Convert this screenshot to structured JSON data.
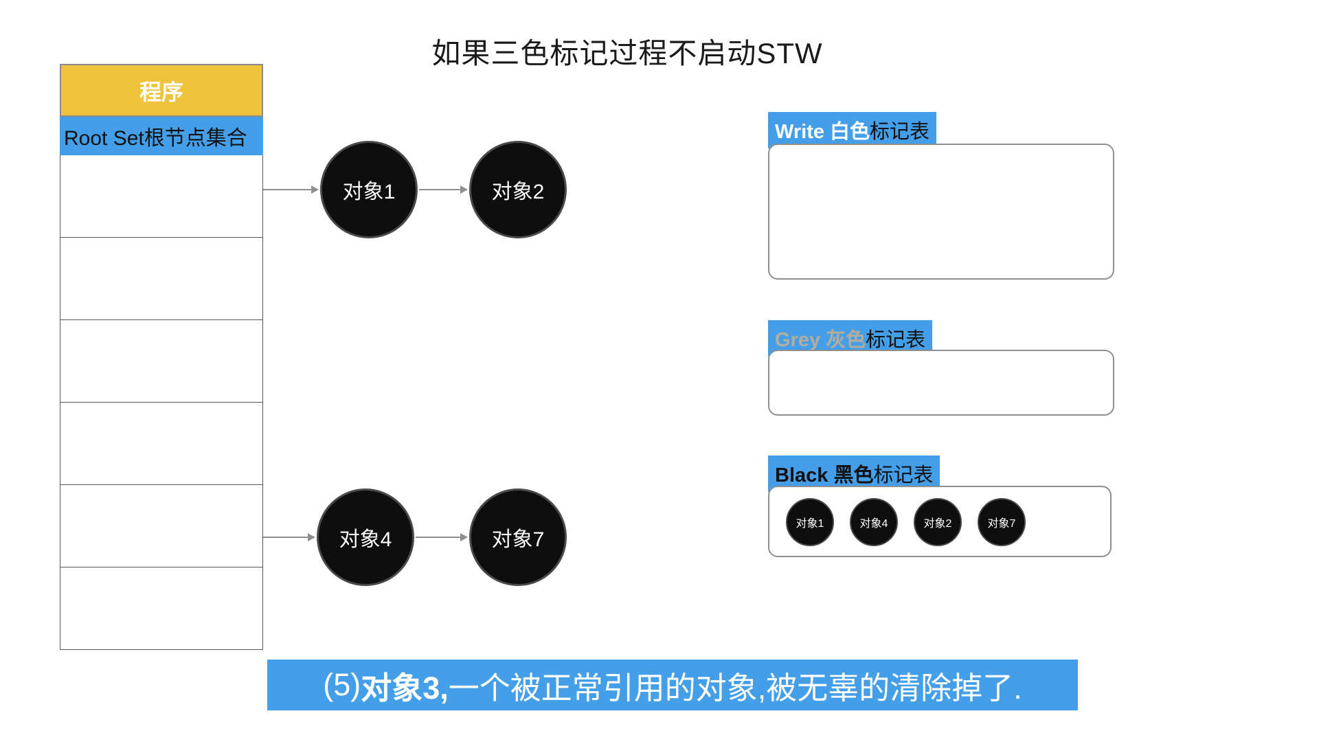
{
  "title": "如果三色标记过程不启动STW",
  "colors": {
    "blue_highlight": "#459FE8",
    "yellow_header": "#F0C33C",
    "grey_label_text": "#B5AD9C",
    "node_black": "#0e0e0e"
  },
  "program_table": {
    "header": "程序",
    "root_set_label": "Root Set根节点集合",
    "empty_row_count": 6
  },
  "graph": {
    "top_chain": [
      "对象1",
      "对象2"
    ],
    "bottom_chain": [
      "对象4",
      "对象7"
    ]
  },
  "mark_tables": {
    "white": {
      "title_colored": "Write 白色",
      "title_suffix": "标记表",
      "items": []
    },
    "grey": {
      "title_colored": "Grey 灰色",
      "title_suffix": "标记表",
      "items": []
    },
    "black": {
      "title_colored": "Black 黑色",
      "title_suffix": "标记表",
      "items": [
        "对象1",
        "对象4",
        "对象2",
        "对象7"
      ]
    }
  },
  "caption": {
    "num": "(5) ",
    "bold": "对象3,",
    "rest": "一个被正常引用的对象,被无辜的清除掉了."
  }
}
